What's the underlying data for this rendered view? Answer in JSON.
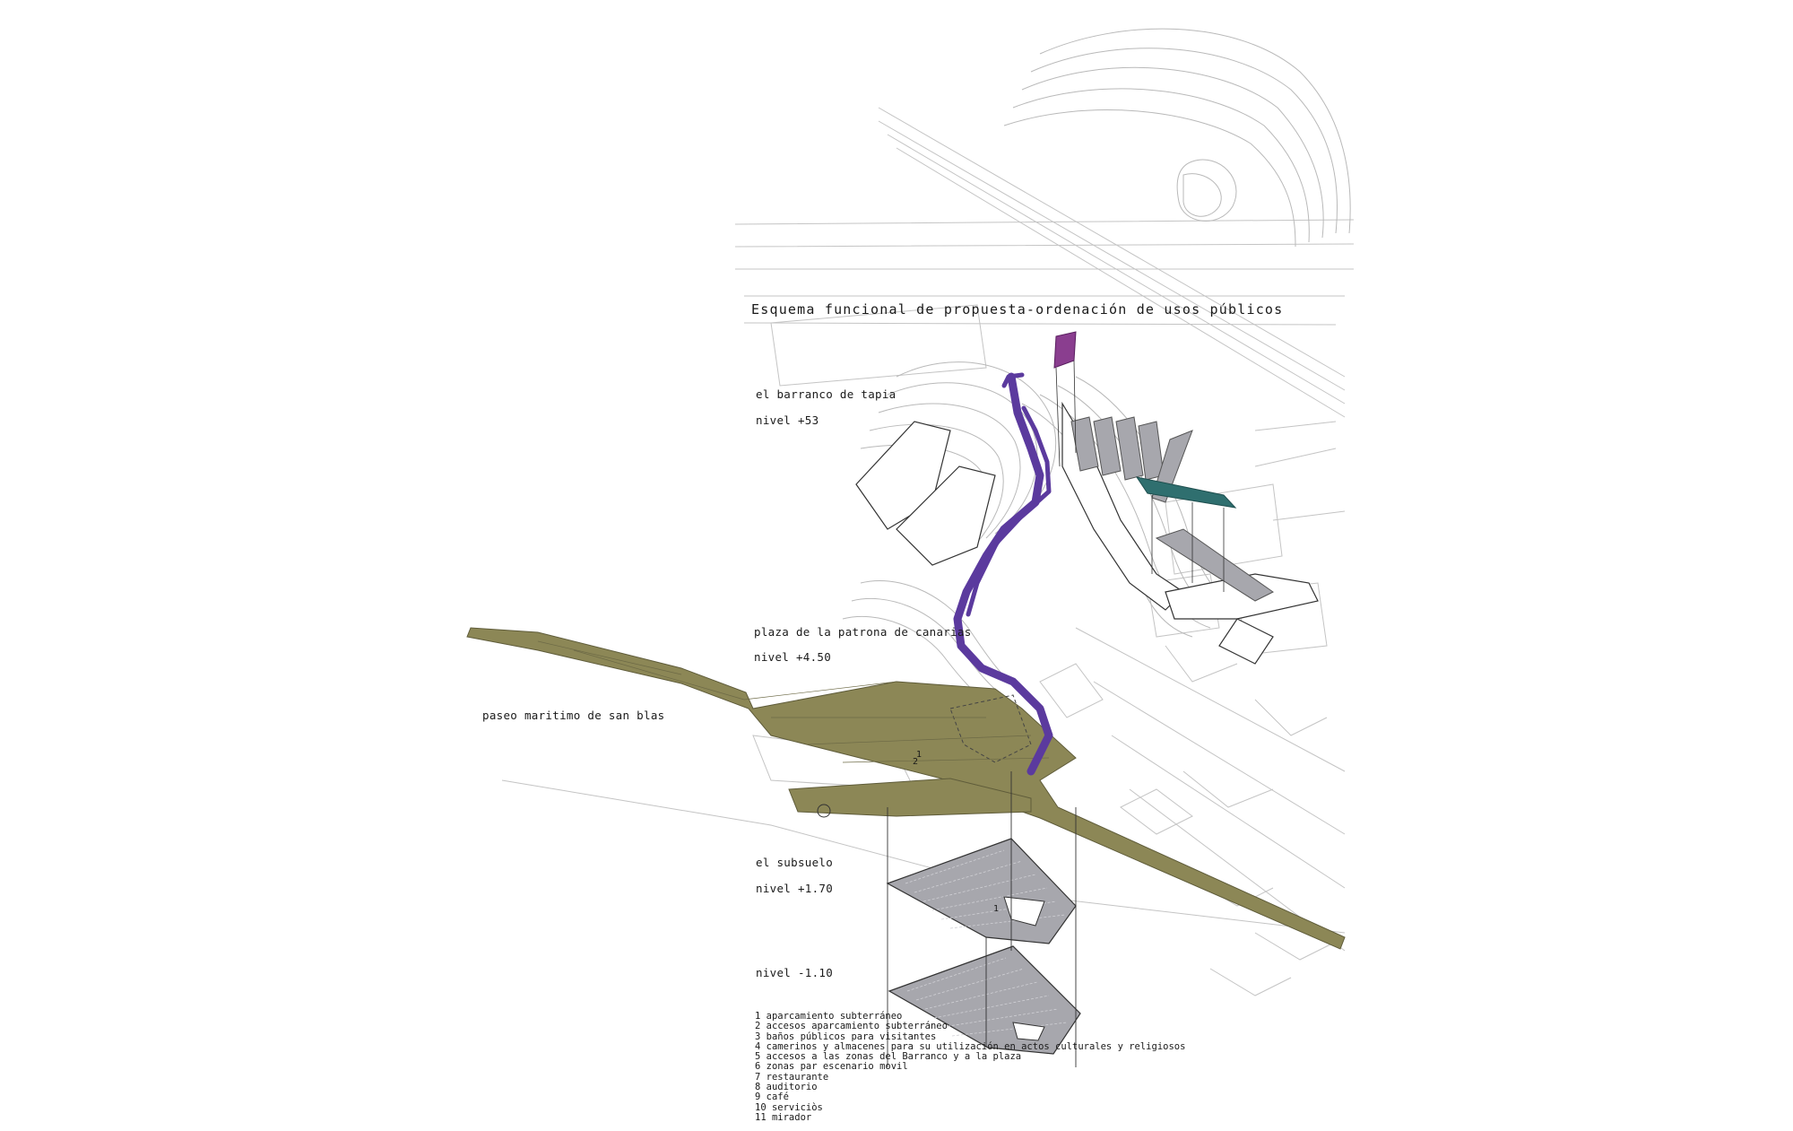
{
  "title": "Esquema funcional de propuesta-ordenación de usos públicos",
  "levels": [
    {
      "name": "el barranco de tapia",
      "level": "nivel +53"
    },
    {
      "name": "plaza de la patrona de canarias",
      "level": "nivel +4.50"
    },
    {
      "name": "paseo maritimo de san blas",
      "level": ""
    },
    {
      "name": "el subsuelo",
      "level": "nivel +1.70"
    },
    {
      "name": "",
      "level": "nivel -1.10"
    }
  ],
  "legend": [
    "1  aparcamiento subterráneo",
    "2  accesos aparcamiento subterráneo",
    "3  baños públicos para visitantes",
    "4  camerinos y almacenes para su utilización en actos culturales y religiosos",
    "5  accesos a las zonas del Barranco y a la plaza",
    "6  zonas par escenario movil",
    "7  restaurante",
    "8  auditorio",
    "9  café",
    "10 serviciòs",
    "11 mirador"
  ],
  "markers": [
    "1",
    "2",
    "1"
  ],
  "colors": {
    "plaza_fill": "#8c8756",
    "path_purple": "#5b3a9e",
    "mirador_magenta": "#8a3e8f",
    "teal_roof": "#2f6f6f",
    "parking_grey": "#a7a7ad",
    "contours": "#b9b9b9"
  }
}
